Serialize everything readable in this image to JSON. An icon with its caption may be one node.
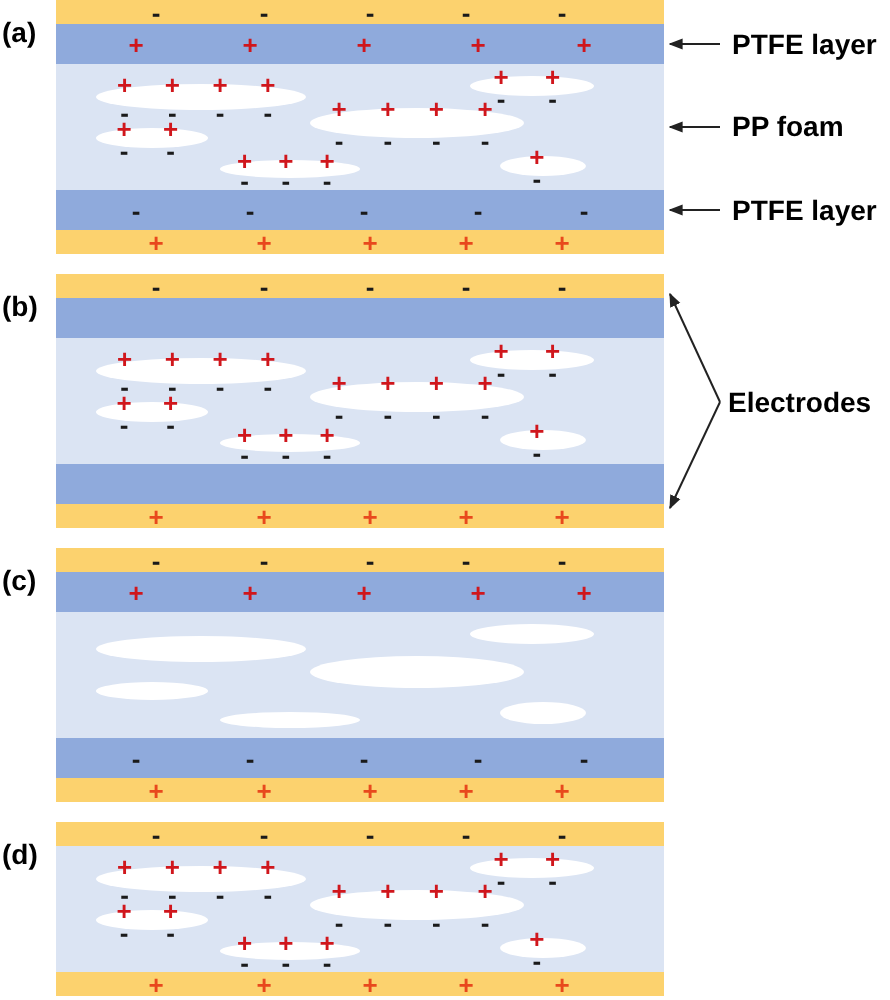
{
  "diagram": {
    "nodes": [
      {
        "text": [
          "-",
          "-",
          "-",
          "-",
          "-"
        ]
      },
      {
        "text": [
          "+",
          "+",
          "+",
          "+",
          "+"
        ]
      },
      {
        "text": [],
        "shape": "bar"
      },
      {
        "text": [
          "+",
          "+",
          "+",
          "+",
          "-",
          "-",
          "-",
          "-"
        ],
        "in": 2
      },
      {
        "text": [
          "+",
          "+",
          "-",
          "-"
        ],
        "in": 2
      },
      {
        "text": [
          "+",
          "+",
          "+",
          "+",
          "-",
          "-",
          "-",
          "-"
        ],
        "in": 2
      },
      {
        "text": [
          "+",
          "+",
          "-",
          "-"
        ],
        "in": 2
      },
      {
        "text": [
          "+",
          "+",
          "+",
          "-",
          "-",
          "-"
        ],
        "in": 2
      },
      {
        "text": [
          "+",
          "-"
        ],
        "in": 2
      },
      {
        "text": [
          "-",
          "-",
          "-",
          "-",
          "-"
        ]
      },
      {
        "text": [
          "+",
          "+",
          "+",
          "+",
          "+"
        ]
      },
      {
        "text": [
          "PTFE layer"
        ]
      },
      {
        "text": [
          "PP foam"
        ]
      },
      {
        "text": [
          "PTFE layer"
        ]
      },
      {
        "text": [
          "-",
          "-",
          "-",
          "-",
          "-"
        ]
      },
      {
        "text": [],
        "shape": "bar"
      },
      {
        "text": [],
        "shape": "bar"
      },
      {
        "text": [
          "+",
          "+",
          "+",
          "+",
          "-",
          "-",
          "-",
          "-"
        ],
        "in": 16
      },
      {
        "text": [
          "+",
          "+",
          "-",
          "-"
        ],
        "in": 16
      },
      {
        "text": [
          "+",
          "+",
          "+",
          "+",
          "-",
          "-",
          "-",
          "-"
        ],
        "in": 16
      },
      {
        "text": [
          "+",
          "+",
          "-",
          "-"
        ],
        "in": 16
      },
      {
        "text": [
          "+",
          "+",
          "+",
          "-",
          "-",
          "-"
        ],
        "in": 16
      },
      {
        "text": [
          "+",
          "-"
        ],
        "in": 16
      },
      {
        "text": [],
        "shape": "bar"
      },
      {
        "text": [
          "+",
          "+",
          "+",
          "+",
          "+"
        ]
      },
      {
        "text": [
          "Electrodes"
        ]
      },
      {
        "text": [
          "-",
          "-",
          "-",
          "-",
          "-"
        ]
      },
      {
        "text": [
          "+",
          "+",
          "+",
          "+",
          "+"
        ]
      },
      {
        "text": [],
        "shape": "bar"
      },
      {
        "text": [],
        "shape": "ellipse",
        "in": 28
      },
      {
        "text": [],
        "shape": "ellipse",
        "in": 28
      },
      {
        "text": [],
        "shape": "ellipse",
        "in": 28
      },
      {
        "text": [],
        "shape": "ellipse",
        "in": 28
      },
      {
        "text": [],
        "shape": "ellipse",
        "in": 28
      },
      {
        "text": [],
        "shape": "ellipse",
        "in": 28
      },
      {
        "text": [
          "-",
          "-",
          "-",
          "-",
          "-"
        ]
      },
      {
        "text": [
          "+",
          "+",
          "+",
          "+",
          "+"
        ]
      },
      {
        "text": [
          "-",
          "-",
          "-",
          "-",
          "-"
        ]
      },
      {
        "text": [],
        "shape": "bar"
      },
      {
        "text": [
          "+",
          "+",
          "+",
          "+",
          "-",
          "-",
          "-",
          "-"
        ],
        "in": 38
      },
      {
        "text": [
          "+",
          "+",
          "-",
          "-"
        ],
        "in": 38
      },
      {
        "text": [
          "+",
          "+",
          "+",
          "+",
          "-",
          "-",
          "-",
          "-"
        ],
        "in": 38
      },
      {
        "text": [
          "+",
          "+",
          "-",
          "-"
        ],
        "in": 38
      },
      {
        "text": [
          "+",
          "+",
          "+",
          "-",
          "-",
          "-"
        ],
        "in": 38
      },
      {
        "text": [
          "+",
          "-"
        ],
        "in": 38
      },
      {
        "text": [
          "+",
          "+",
          "+",
          "+",
          "+"
        ]
      }
    ],
    "edges": [
      {
        "from": 11,
        "to": 1,
        "arrow": "to"
      },
      {
        "from": 12,
        "to": 2,
        "arrow": "to"
      },
      {
        "from": 13,
        "to": 9,
        "arrow": "to"
      },
      {
        "from": 25,
        "to": 14,
        "arrow": "to"
      },
      {
        "from": 25,
        "to": 24,
        "arrow": "to"
      }
    ],
    "labels": [
      "(a)",
      "(b)",
      "(c)",
      "(d)"
    ]
  }
}
